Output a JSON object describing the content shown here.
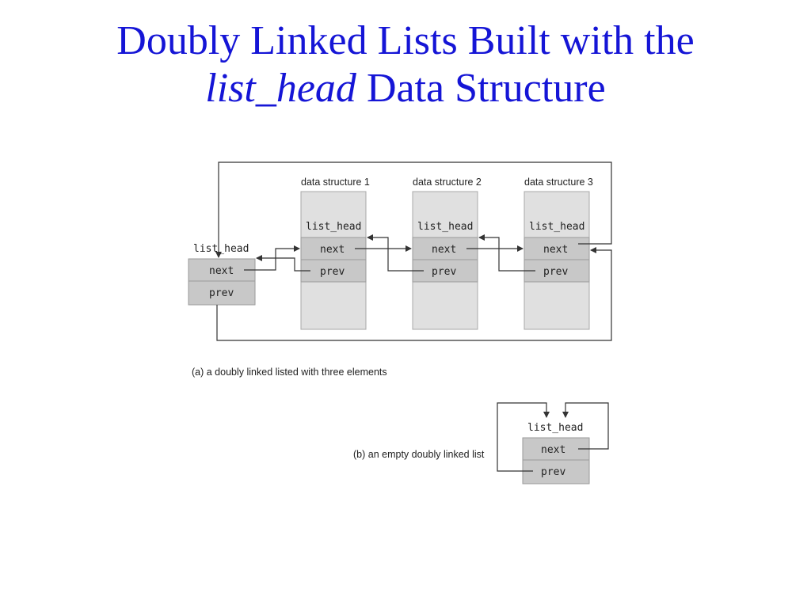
{
  "title": {
    "line1": "Doubly Linked Lists Built with the",
    "line2_italic": "list_head",
    "line2_rest": " Data Structure"
  },
  "diagram_a": {
    "head_label": "list_head",
    "head_fields": [
      "next",
      "prev"
    ],
    "structures": [
      {
        "caption": "data structure 1",
        "label": "list_head",
        "fields": [
          "next",
          "prev"
        ]
      },
      {
        "caption": "data structure 2",
        "label": "list_head",
        "fields": [
          "next",
          "prev"
        ]
      },
      {
        "caption": "data structure 3",
        "label": "list_head",
        "fields": [
          "next",
          "prev"
        ]
      }
    ],
    "caption": "(a)  a doubly linked listed with three elements"
  },
  "diagram_b": {
    "caption": "(b)  an empty doubly linked list",
    "head_label": "list_head",
    "head_fields": [
      "next",
      "prev"
    ]
  },
  "colors": {
    "title": "#1515d6",
    "box_fill": "#e0e0e0",
    "field_fill": "#c8c8c8",
    "line": "#333333"
  }
}
